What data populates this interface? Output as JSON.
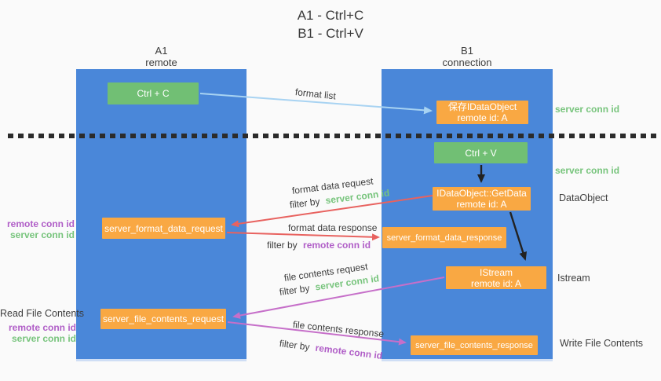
{
  "title": {
    "line1": "A1 - Ctrl+C",
    "line2": "B1 - Ctrl+V"
  },
  "lanes": {
    "left": {
      "title": "A1",
      "subtitle": "remote"
    },
    "right": {
      "title": "B1",
      "subtitle": "connection"
    }
  },
  "nodes": {
    "ctrl_c": {
      "label": "Ctrl + C"
    },
    "save_dataobject": {
      "line1": "保存IDataObject",
      "line2": "remote id: A"
    },
    "ctrl_v": {
      "label": "Ctrl + V"
    },
    "getdata": {
      "line1": "IDataObject::GetData",
      "line2": "remote id: A"
    },
    "format_request": {
      "label": "server_format_data_request"
    },
    "format_response": {
      "label": "server_format_data_response"
    },
    "istream": {
      "line1": "IStream",
      "line2": "remote id: A"
    },
    "file_request": {
      "label": "server_file_contents_request"
    },
    "file_response": {
      "label": "server_file_contents_response"
    }
  },
  "flow_labels": {
    "format_list": {
      "text": "format list"
    },
    "format_data_request": {
      "text": "format data request",
      "filter_prefix": "filter by",
      "filter_value": "server conn id"
    },
    "format_data_response": {
      "text": "format data response",
      "filter_prefix": "filter by",
      "filter_value": "remote conn id"
    },
    "file_contents_request": {
      "text": "file contents request",
      "filter_prefix": "filter by",
      "filter_value": "server conn id"
    },
    "file_contents_response": {
      "text": "file contents response",
      "filter_prefix": "filter by",
      "filter_value": "remote conn id"
    }
  },
  "side_labels": {
    "right_server_conn_1": "server conn id",
    "right_server_conn_2": "server conn id",
    "dataobject": "DataObject",
    "istream": "Istream",
    "write_file_contents": "Write File Contents",
    "left_remote_conn_1": "remote conn id",
    "left_server_conn_1": "server conn id",
    "read_file_contents": "Read File Contents",
    "left_remote_conn_2": "remote conn id",
    "left_server_conn_2": "server conn id"
  },
  "colors": {
    "lane_blue": "#4a87d9",
    "node_green": "#71bf74",
    "node_orange": "#f9a843",
    "arrow_red": "#e8625f",
    "arrow_purple": "#c66fc9",
    "arrow_blue": "#a8d3f2",
    "arrow_black": "#222222",
    "text_green": "#77c47c",
    "text_purple": "#b05ec7",
    "text_dark": "#3d3d3d"
  }
}
